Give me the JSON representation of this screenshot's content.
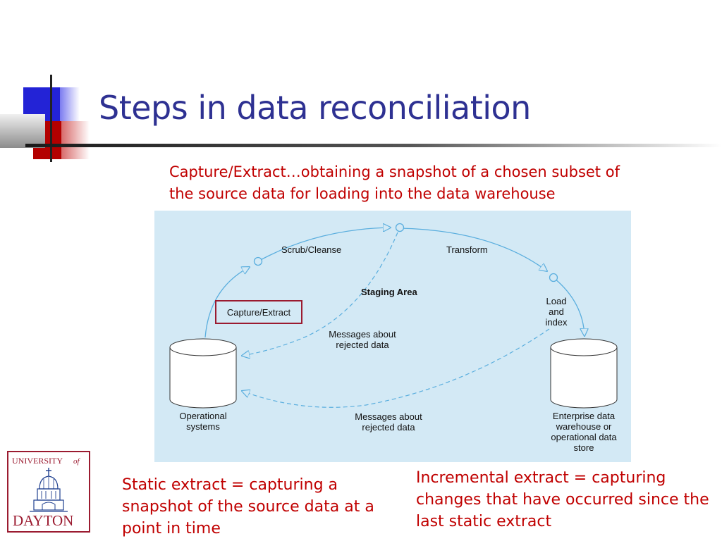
{
  "slide": {
    "title": "Steps in data reconciliation",
    "capture_description": "Capture/Extract…obtaining a snapshot of a chosen subset of the source data for loading into the data warehouse",
    "static_extract": "Static extract = capturing a snapshot of the source data at a point in time",
    "incremental_extract": "Incremental extract = capturing changes that have occurred since the last static extract"
  },
  "diagram": {
    "scrub_cleanse": "Scrub/Cleanse",
    "transform": "Transform",
    "staging_area": "Staging Area",
    "capture_extract": "Capture/Extract",
    "load_and_index": [
      "Load",
      "and",
      "index"
    ],
    "messages_upper": [
      "Messages about",
      "rejected data"
    ],
    "messages_lower": [
      "Messages about",
      "rejected data"
    ],
    "operational_systems": [
      "Operational",
      "systems"
    ],
    "enterprise_store": [
      "Enterprise data",
      "warehouse or",
      "operational data",
      "store"
    ]
  },
  "logo": {
    "line1": "UNIVERSITY",
    "of": "of",
    "line2": "DAYTON"
  },
  "colors": {
    "title": "#2e3192",
    "accent_text": "#c00000",
    "diagram_background": "#d3e9f5",
    "flow_line": "#5aaede",
    "highlight_box": "#9b1b30"
  }
}
